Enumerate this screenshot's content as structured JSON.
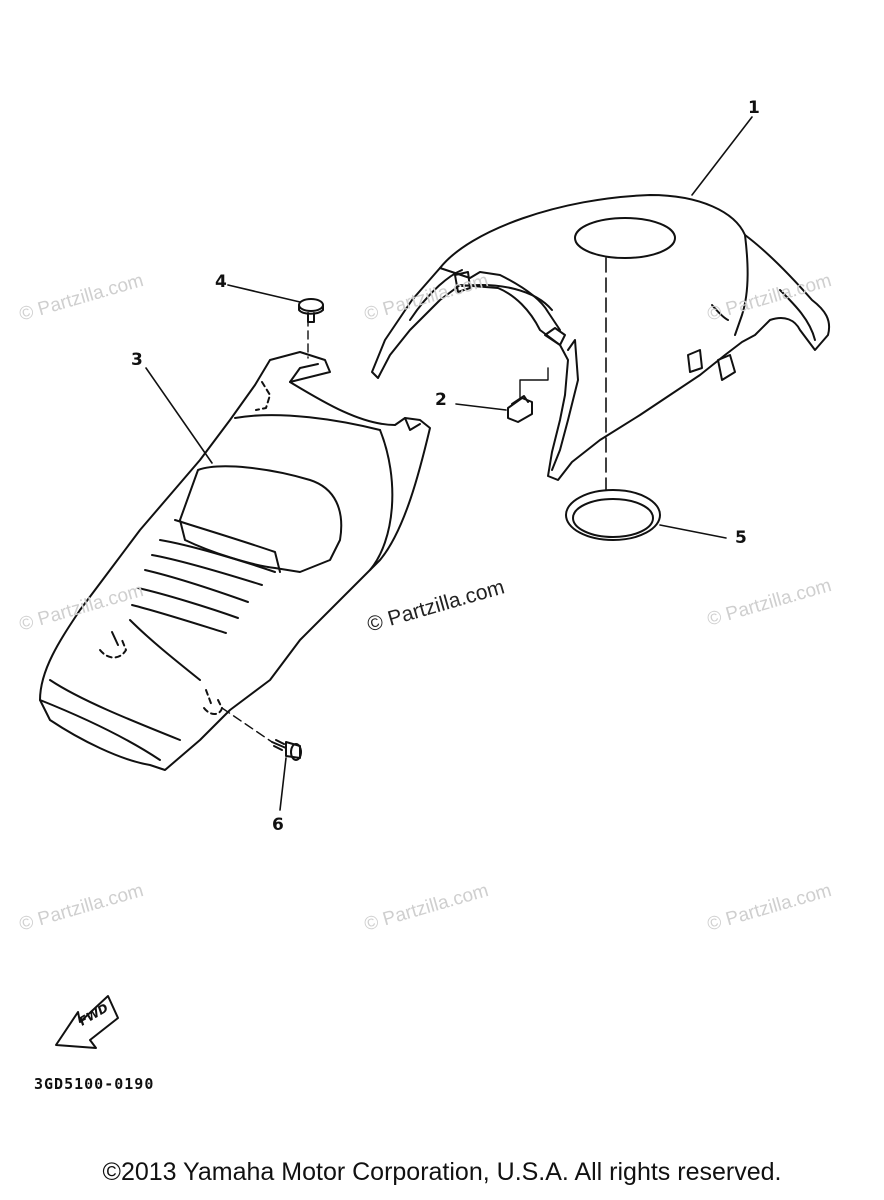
{
  "callouts": [
    "1",
    "2",
    "3",
    "4",
    "5",
    "6"
  ],
  "watermark": "© Partzilla.com",
  "fwd_label": "FWD",
  "diagram_code": "3GD5100-0190",
  "copyright": "©2013  Yamaha Motor Corporation, U.S.A. All rights reserved."
}
